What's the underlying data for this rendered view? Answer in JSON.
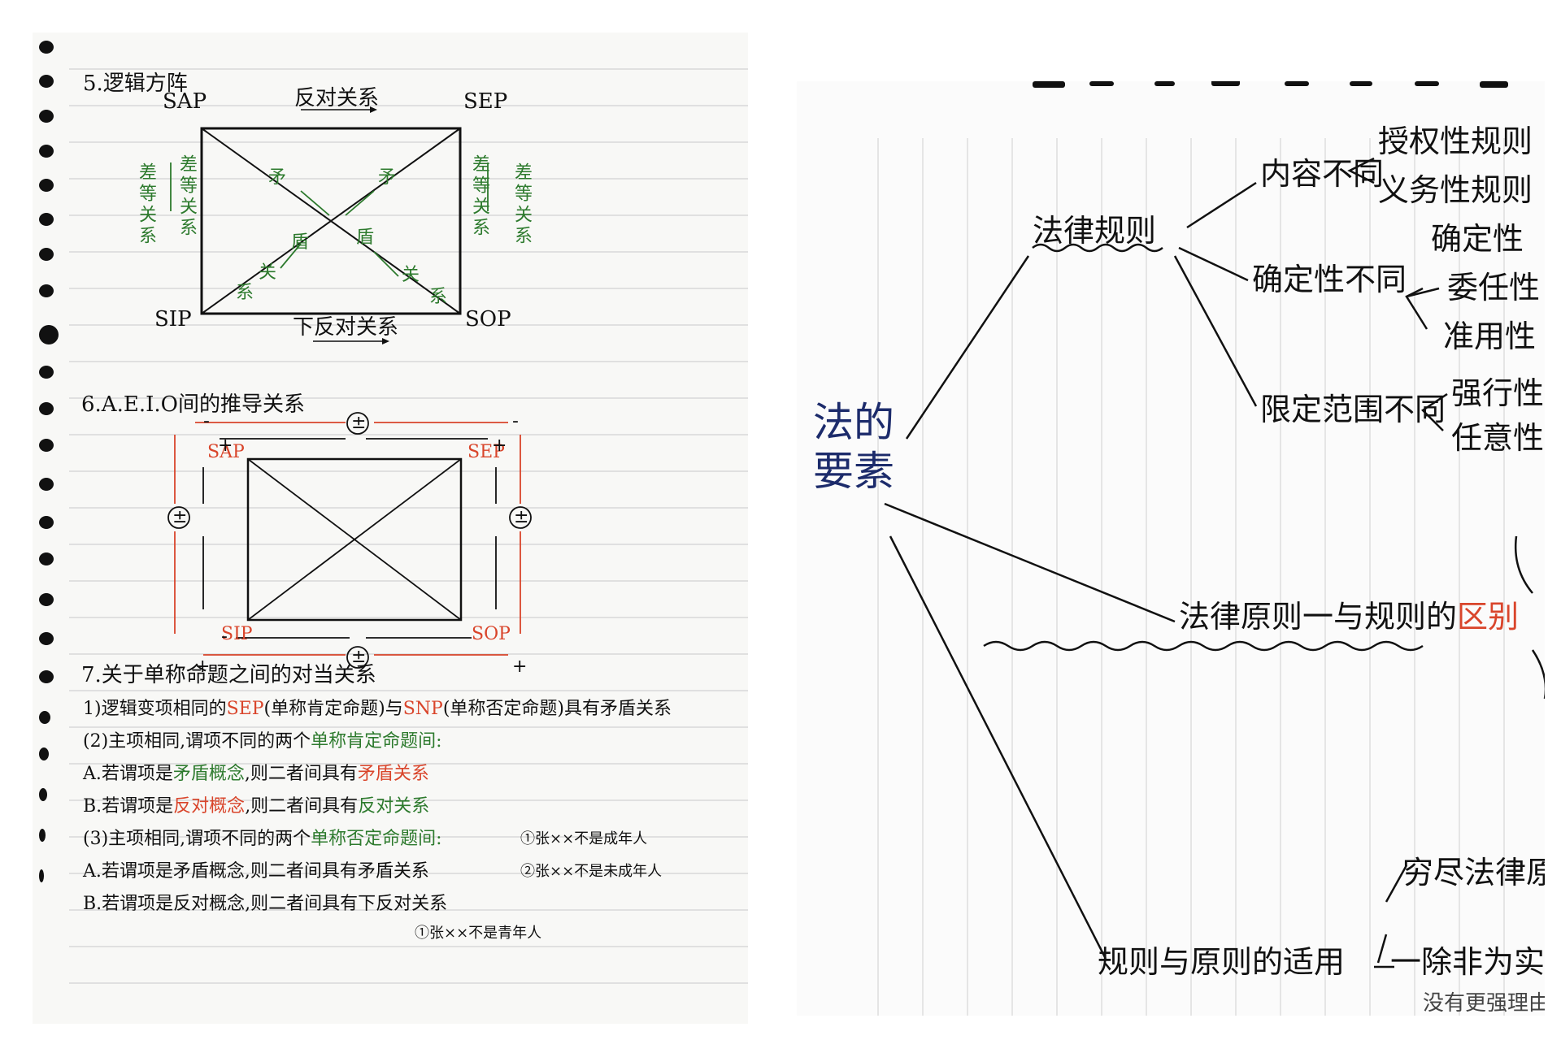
{
  "left": {
    "sec5_title": "5.逻辑方阵",
    "square1": {
      "corners": {
        "sap": "SAP",
        "sep": "SEP",
        "sip": "SIP",
        "sop": "SOP"
      },
      "top_label": "反对关系",
      "bottom_label": "下反对关系",
      "left_side_a": "差等关系",
      "left_side_b": "差等关系",
      "right_side_a": "差等关系",
      "right_side_b": "差等关系",
      "diag_maodun_1": "矛",
      "diag_maodun_2": "矛",
      "diag_dun_1": "盾",
      "diag_dun_2": "盾",
      "diag_guan_1": "关",
      "diag_guan_2": "关",
      "diag_xi_1": "系",
      "diag_xi_2": "系"
    },
    "sec6_title": "6.A.E.I.O间的推导关系",
    "square2": {
      "corners": {
        "sap": "SAP",
        "sep": "SEP",
        "sip": "SIP",
        "sop": "SOP"
      },
      "pm": "±",
      "plus": "+",
      "minus": "-"
    },
    "sec7": {
      "title": "7.关于单称命题之间的对当关系",
      "l1_a": "1)逻辑变项相同的",
      "l1_sep": "SEP",
      "l1_b": "(单称肯定命题)与",
      "l1_snp": "SNP",
      "l1_c": "(单称否定命题)具有矛盾关系",
      "l2_a": "(2)主项相同,谓项不同的两个",
      "l2_b": "单称肯定命题间:",
      "l3_a": "A.若谓项是",
      "l3_b": "矛盾概念",
      "l3_c": ",则二者间具有",
      "l3_d": "矛盾关系",
      "l4_a": "B.若谓项是",
      "l4_b": "反对概念",
      "l4_c": ",则二者间具有",
      "l4_d": "反对关系",
      "l5_a": "(3)主项相同,谓项不同的两个",
      "l5_b": "单称否定命题间:",
      "l6": "A.若谓项是矛盾概念,则二者间具有矛盾关系",
      "l7": "B.若谓项是反对概念,则二者间具有下反对关系",
      "side1": "①张××不是成年人",
      "side2": "②张××不是未成年人",
      "side3": "①张××不是青年人"
    }
  },
  "right": {
    "root": "法的要素",
    "rules": "法律规则",
    "content_diff": "内容不同",
    "authorizing": "授权性规则",
    "obligatory": "义务性规则",
    "certainty_diff": "确定性不同",
    "certain": "确定性",
    "delegated": "委任性",
    "quasi": "准用性",
    "scope_diff": "限定范围不同",
    "mandatory": "强行性",
    "discretionary": "任意性",
    "principles": "法律原则",
    "diff_with_rules_a": "一与规则的",
    "diff_with_rules_b": "区别",
    "application": "规则与原则的适用",
    "exhaust": "穷尽法律原则",
    "unless": "一除非为实现个",
    "no_reason": "没有更强理由"
  }
}
